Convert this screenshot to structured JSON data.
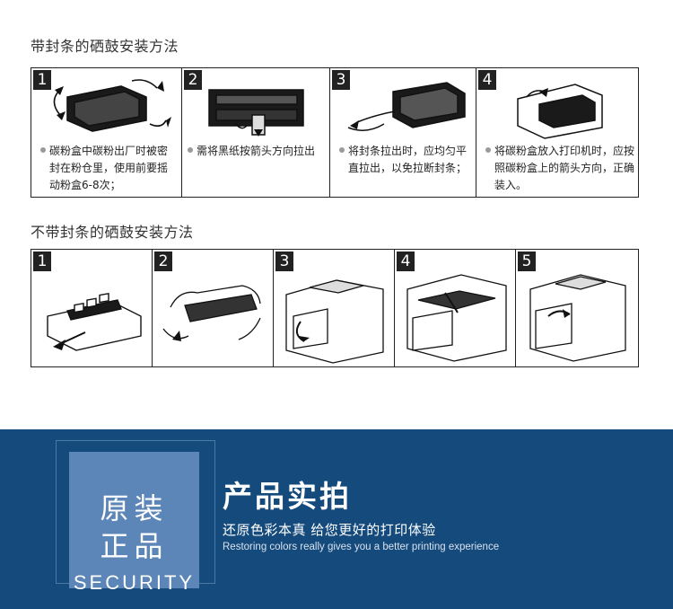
{
  "section1": {
    "title": "带封条的硒鼓安装方法",
    "steps": [
      {
        "num": "1",
        "caption": "碳粉盒中碳粉出厂时被密封在粉仓里，使用前要摇动粉盒6-8次；"
      },
      {
        "num": "2",
        "caption": "需将黑纸按箭头方向拉出"
      },
      {
        "num": "3",
        "caption": "将封条拉出时，应均匀平直拉出，以免拉断封条；"
      },
      {
        "num": "4",
        "caption": "将碳粉盒放入打印机时，应按照碳粉盒上的箭头方向，正确装入。"
      }
    ]
  },
  "section2": {
    "title": "不带封条的硒鼓安装方法",
    "steps": [
      {
        "num": "1"
      },
      {
        "num": "2"
      },
      {
        "num": "3"
      },
      {
        "num": "4"
      },
      {
        "num": "5"
      }
    ]
  },
  "banner": {
    "badge_line1": "原装",
    "badge_line2": "正品",
    "badge_en": "SECURITY",
    "headline": "产品实拍",
    "subtitle_cn": "还原色彩本真  给您更好的打印体验",
    "subtitle_en": "Restoring colors really gives you a better printing experience",
    "colors": {
      "background": "#144a7c",
      "badge": "#5d86b8"
    }
  }
}
